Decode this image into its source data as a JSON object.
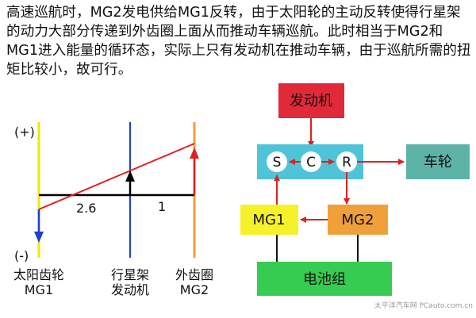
{
  "description_text": "高速巡航时，MG2发电供给MG1反转，由于太阳轮的主动反转使得行星架的动力大部分传递到外齿圈上面从而推动车辆巡航。此时相当于MG2和MG1进入能量的循环态，实际上只有发动机在推动车辆，由于巡航所需的扭矩比较小，故可行。",
  "lever_diagram": {
    "top_label": "(+)",
    "bottom_label": "(-)",
    "ratio_left": "2.6",
    "ratio_right": "1",
    "columns": [
      {
        "name_line1": "太阳齿轮",
        "name_line2": "MG1",
        "color": "#f2e600"
      },
      {
        "name_line1": "行星架",
        "name_line2": "发动机",
        "color": "#1f3fd0"
      },
      {
        "name_line1": "外齿圈",
        "name_line2": "MG2",
        "color": "#f2a03a"
      }
    ],
    "speed_line_color": "#e02020"
  },
  "power_flow": {
    "engine_label": "发动机",
    "gear_labels": [
      "S",
      "C",
      "R"
    ],
    "wheel_label": "车轮",
    "mg1_label": "MG1",
    "mg2_label": "MG2",
    "battery_label": "电池组",
    "colors": {
      "engine": "#e02a3a",
      "planetary": "#4fc4d8",
      "wheel": "#5db3a8",
      "mg1": "#f6f22a",
      "mg2": "#f0a03a",
      "battery": "#36cc52",
      "arrow": "#e02020"
    }
  },
  "watermark": "太平洋汽车网 PCauto.com.cn"
}
